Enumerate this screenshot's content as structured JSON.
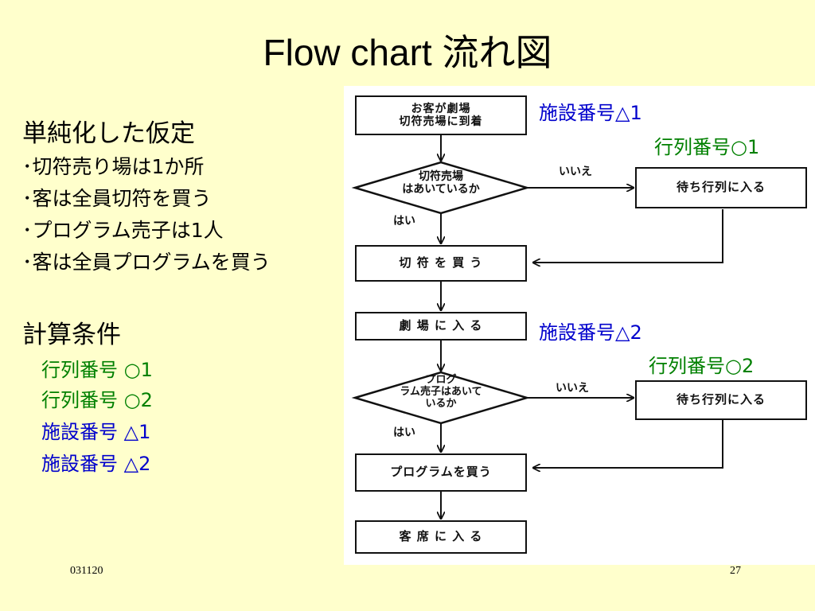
{
  "slide": {
    "title": "Flow chart 流れ図",
    "date": "031120",
    "page_number": "27"
  },
  "assumptions": {
    "heading": "単純化した仮定",
    "items": [
      "･切符売り場は1か所",
      "･客は全員切符を買う",
      "･プログラム売子は1人",
      "･客は全員プログラムを買う"
    ]
  },
  "conditions": {
    "heading": "計算条件",
    "items": [
      {
        "text": "行列番号 ○1",
        "color": "#008000"
      },
      {
        "text": "行列番号 ○2",
        "color": "#008000"
      },
      {
        "text": "施設番号 △1",
        "color": "#0000cc"
      },
      {
        "text": "施設番号 △2",
        "color": "#0000cc"
      }
    ]
  },
  "flowchart": {
    "arrive": "お客が劇場\n切符売場に到着",
    "ticket_decision": "切符売場\nはあいているか",
    "wait_queue_1": "待ち行列に入る",
    "buy_ticket": "切 符 を 買 う",
    "enter_theater": "劇 場 に 入 る",
    "program_decision": "プログ\nラム売子はあいて\nいるか",
    "wait_queue_2": "待ち行列に入る",
    "buy_program": "プログラムを買う",
    "take_seat": "客 席 に 入 る",
    "no_label_1": "いいえ",
    "yes_label_1": "はい",
    "no_label_2": "いいえ",
    "yes_label_2": "はい"
  },
  "overlay_labels": {
    "facility_1": "施設番号△1",
    "queue_1": "行列番号○1",
    "facility_2": "施設番号△2",
    "queue_2": "行列番号○2"
  },
  "colors": {
    "background": "#ffffcc",
    "green": "#008000",
    "blue": "#0000cc"
  }
}
